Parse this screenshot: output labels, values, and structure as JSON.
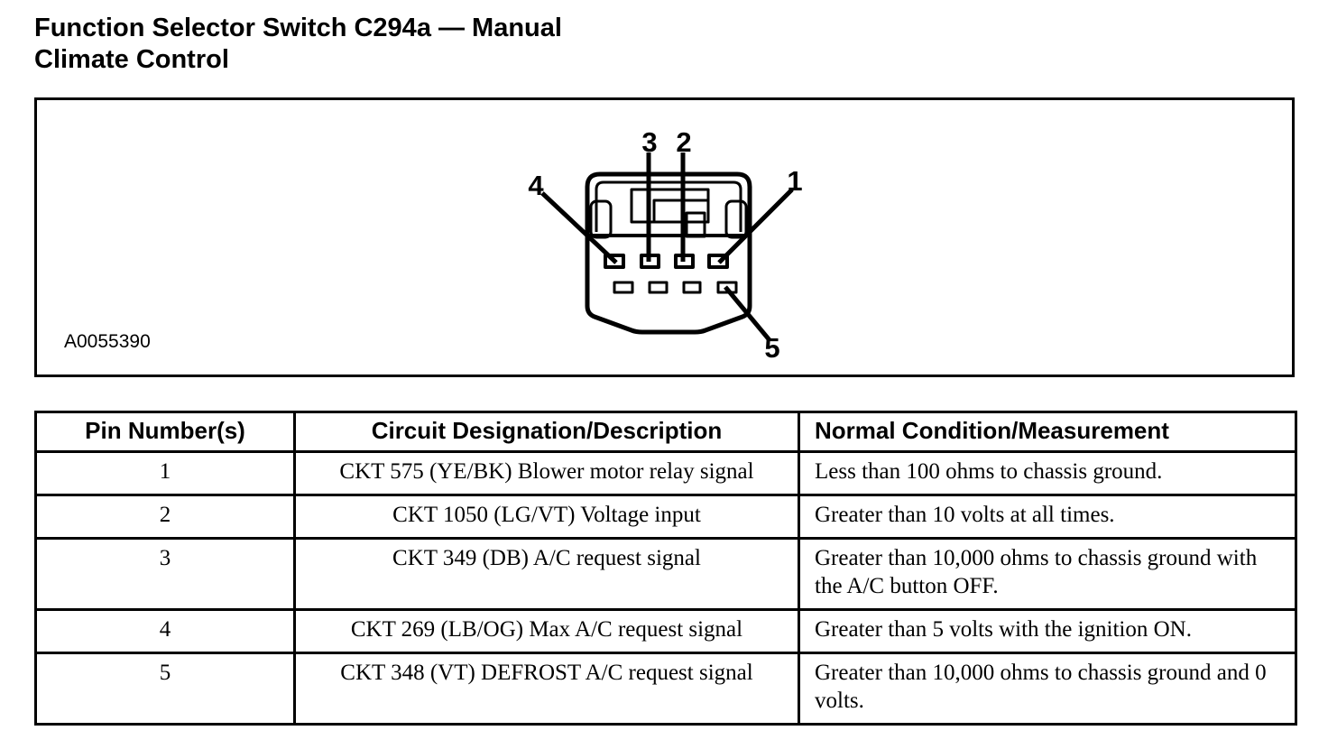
{
  "page": {
    "title_line1": "Function Selector Switch C294a — Manual",
    "title_line2": "Climate Control"
  },
  "figure": {
    "image_id": "A0055390",
    "pins": {
      "p1": "1",
      "p2": "2",
      "p3": "3",
      "p4": "4",
      "p5": "5"
    }
  },
  "table": {
    "headers": {
      "pin": "Pin Number(s)",
      "circuit": "Circuit Designation/Description",
      "condition": "Normal Condition/Measurement"
    },
    "rows": [
      {
        "pin": "1",
        "circuit": "CKT 575 (YE/BK) Blower motor relay signal",
        "condition": "Less than 100 ohms to chassis ground."
      },
      {
        "pin": "2",
        "circuit": "CKT 1050 (LG/VT) Voltage input",
        "condition": "Greater than 10 volts at all times."
      },
      {
        "pin": "3",
        "circuit": "CKT 349 (DB) A/C request signal",
        "condition": "Greater than 10,000 ohms to chassis ground with the A/C button OFF."
      },
      {
        "pin": "4",
        "circuit": "CKT 269 (LB/OG) Max A/C request signal",
        "condition": "Greater than 5 volts with the ignition ON."
      },
      {
        "pin": "5",
        "circuit": "CKT 348 (VT) DEFROST A/C request signal",
        "condition": "Greater than 10,000 ohms to chassis ground and 0 volts."
      }
    ]
  },
  "colors": {
    "ink": "#000000",
    "paper": "#ffffff"
  }
}
